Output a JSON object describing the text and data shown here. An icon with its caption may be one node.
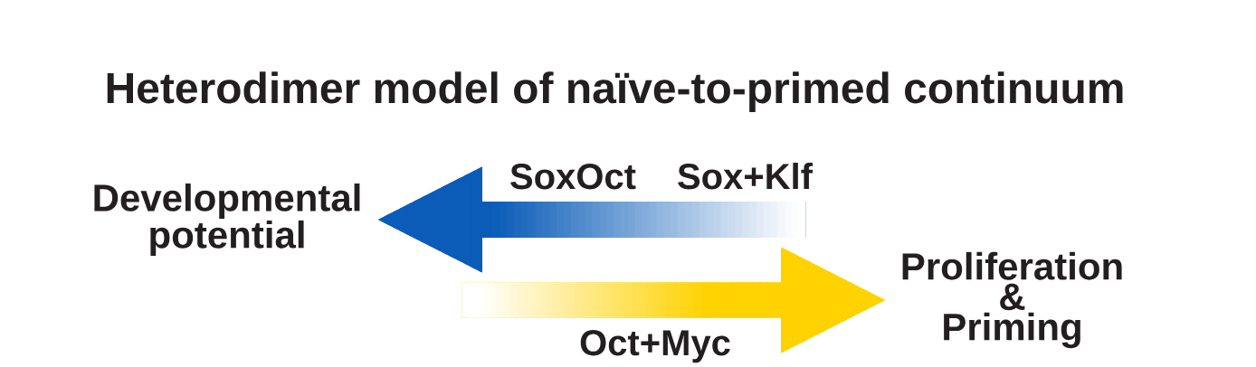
{
  "diagram": {
    "title": "Heterodimer model of naïve-to-primed continuum",
    "nodes": [
      {
        "text": [
          "Developmental potential"
        ]
      },
      {
        "text": [
          "Proliferation & Priming"
        ]
      }
    ],
    "edges": [
      {
        "from": null,
        "to": 0,
        "arrow": "to",
        "color": "#0a5cb8"
      },
      {
        "from": null,
        "to": 1,
        "arrow": "to",
        "color": "#ffd200"
      }
    ],
    "labels": [
      "SoxOct",
      "Sox+Klf",
      "Oct+Myc"
    ]
  }
}
